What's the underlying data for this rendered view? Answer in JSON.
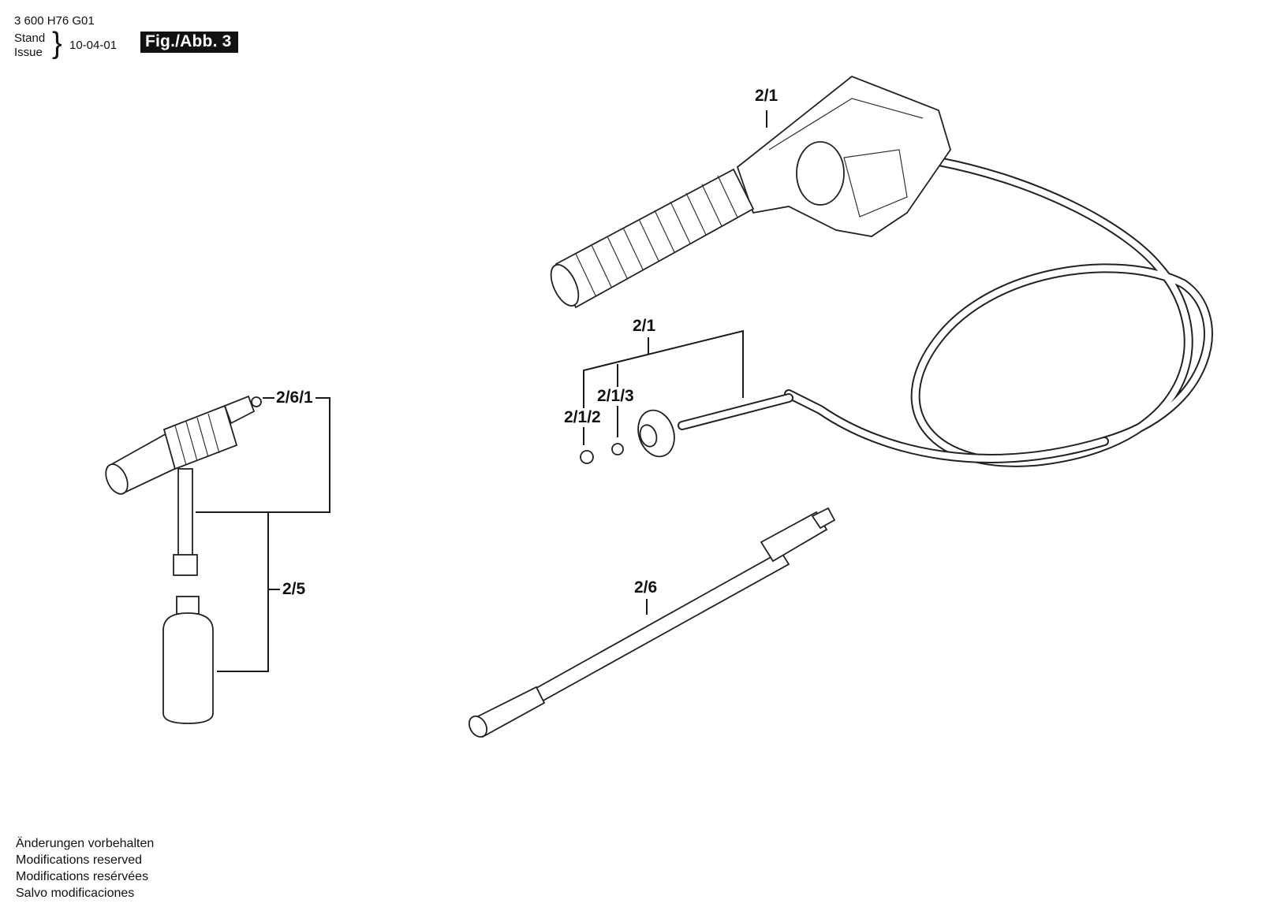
{
  "header": {
    "doc_number": "3 600 H76 G01",
    "stand_label": "Stand",
    "issue_label": "Issue",
    "issue_date": "10-04-01",
    "figure_label": "Fig./Abb. 3"
  },
  "callouts": {
    "gun_top": "2/1",
    "hose_group": "2/1",
    "seal_a": "2/1/3",
    "seal_b": "2/1/2",
    "adapter_seal": "2/6/1",
    "detergent_unit": "2/5",
    "lance": "2/6"
  },
  "footer": {
    "lines": [
      "Änderungen vorbehalten",
      "Modifications reserved",
      "Modifications resérvées",
      "Salvo modificaciones"
    ]
  }
}
